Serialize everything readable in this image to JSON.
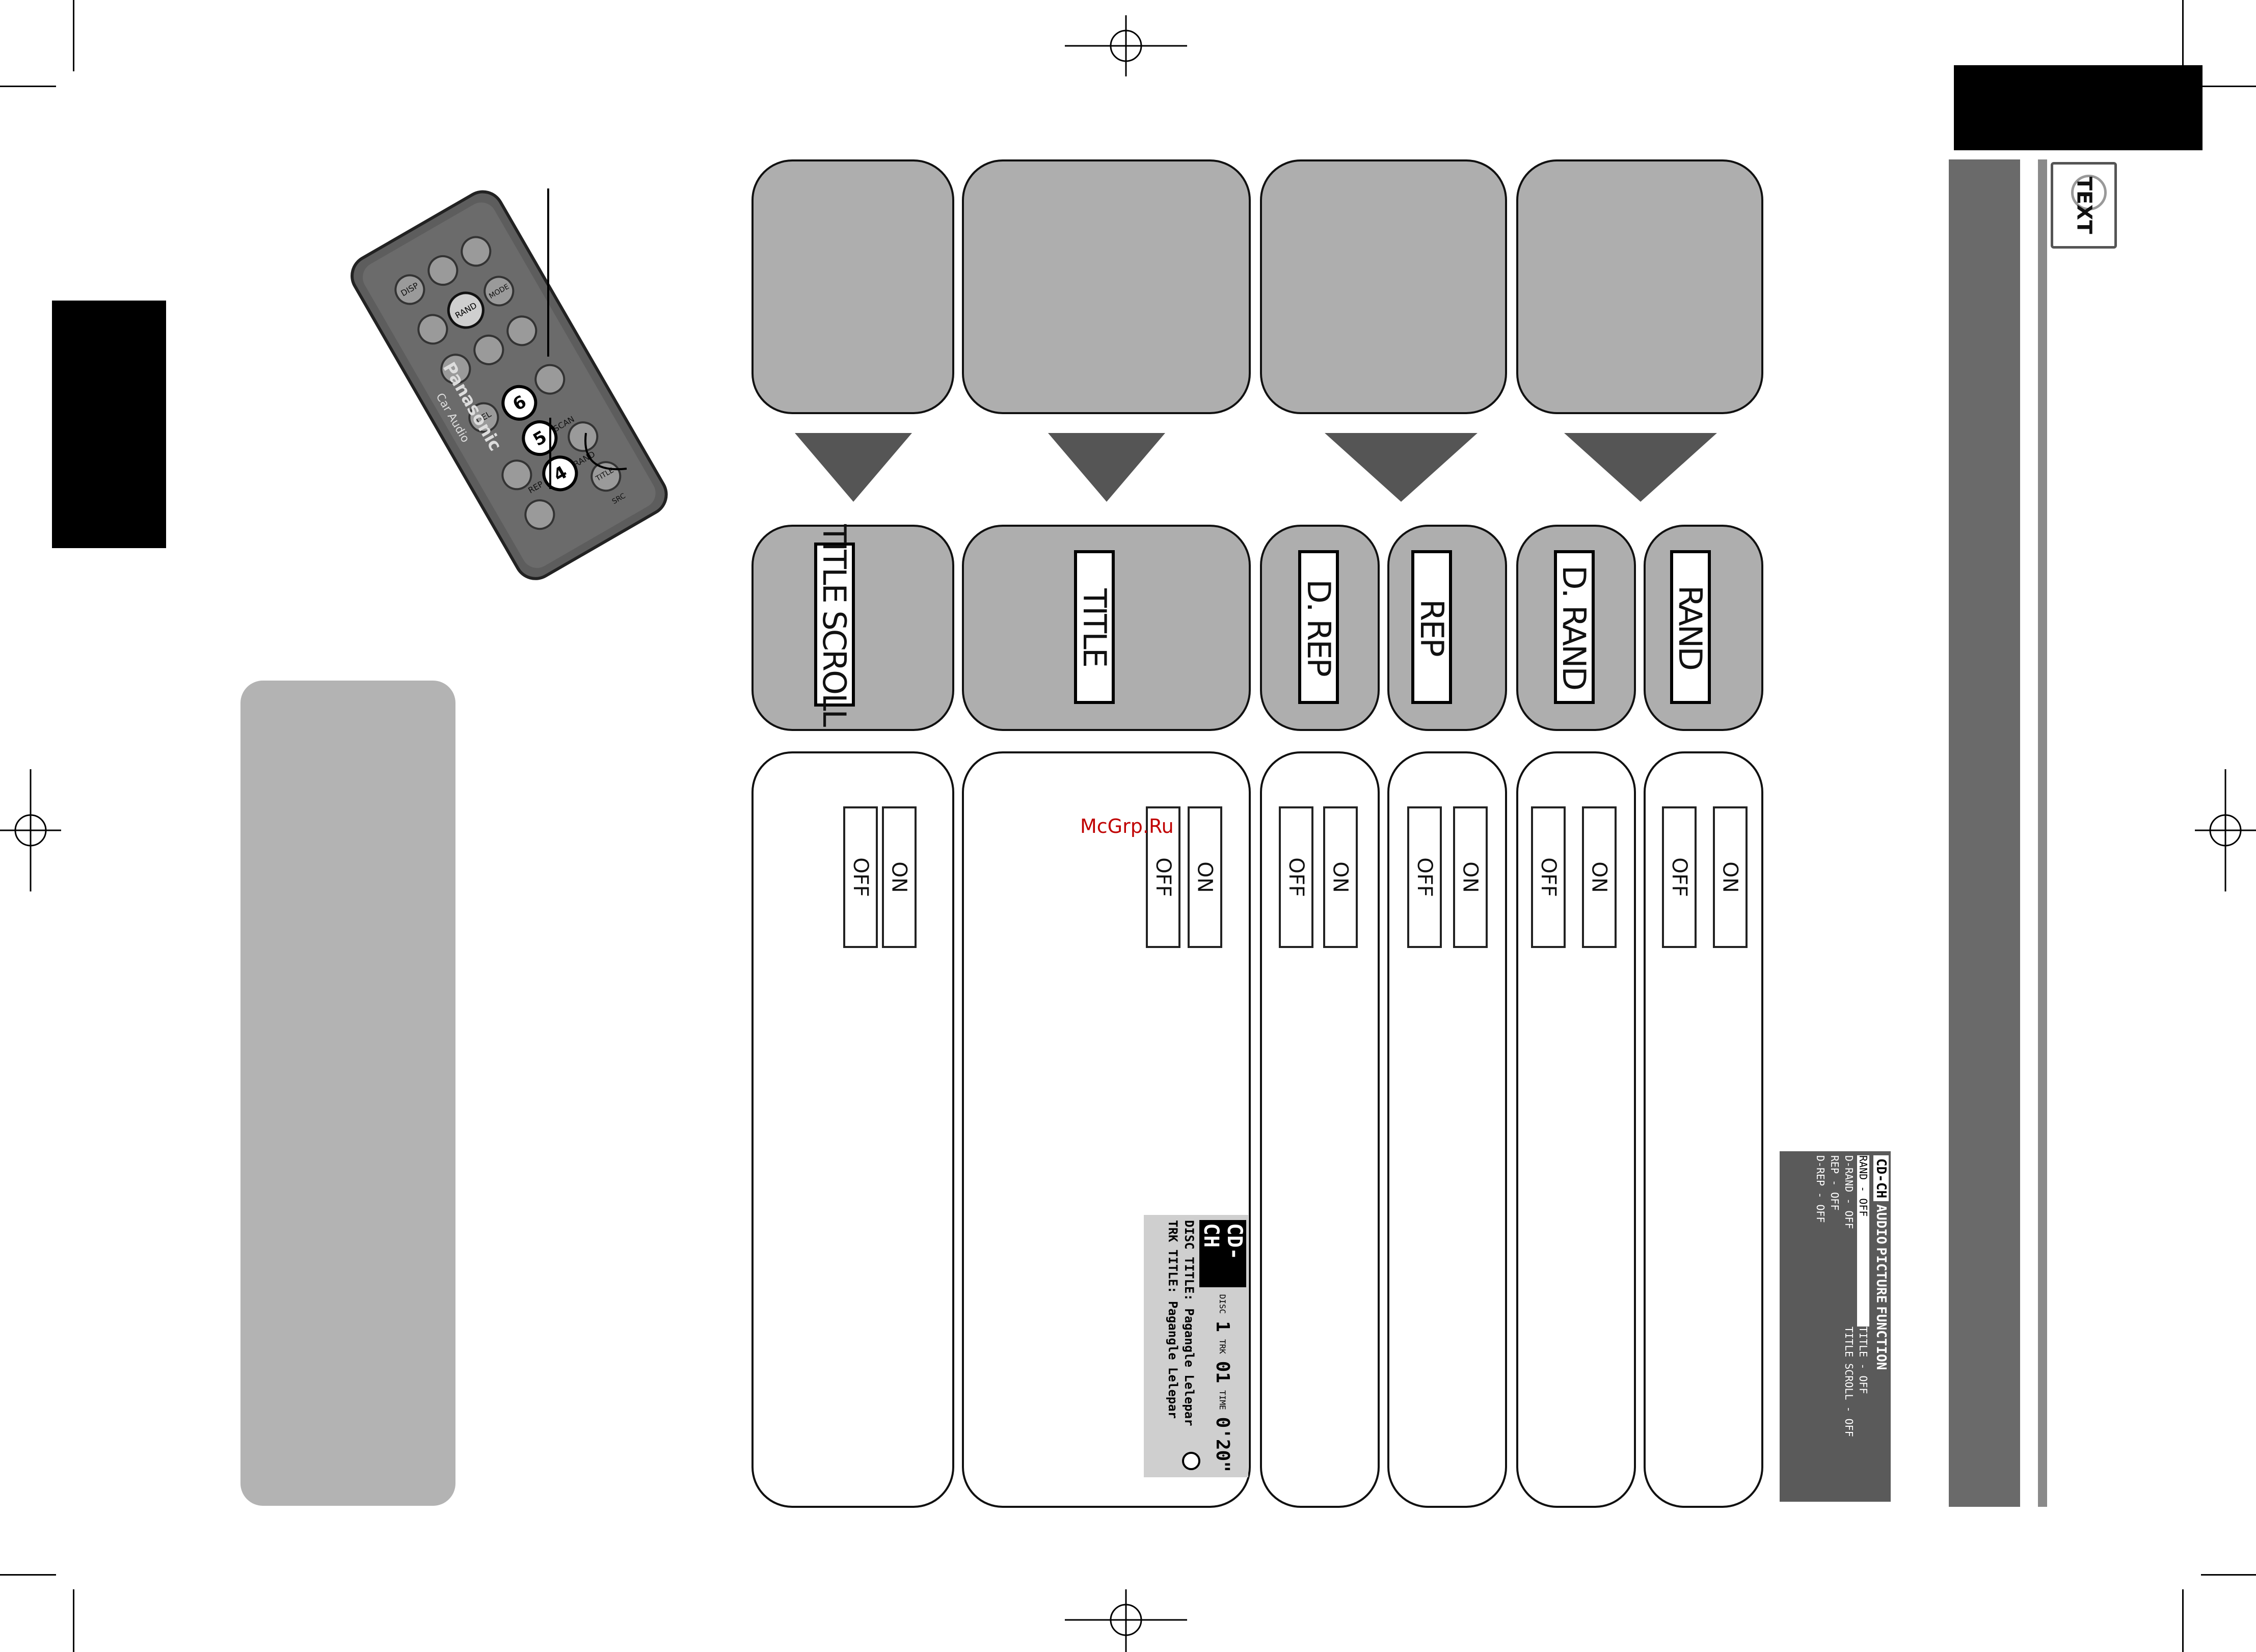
{
  "watermark": "McGrp.Ru",
  "side_tab": {
    "icon_label": "TEXT"
  },
  "mode_columns": [
    {
      "id": "title-scroll",
      "label": "TITLE SCROLL",
      "states": [
        "ON",
        "OFF"
      ]
    },
    {
      "id": "title",
      "label": "TITLE",
      "states": [
        "ON",
        "OFF"
      ]
    },
    {
      "id": "d-rep",
      "label": "D. REP",
      "states": [
        "ON",
        "OFF"
      ]
    },
    {
      "id": "rep",
      "label": "REP",
      "states": [
        "ON",
        "OFF"
      ]
    },
    {
      "id": "d-rand",
      "label": "D. RAND",
      "states": [
        "ON",
        "OFF"
      ]
    },
    {
      "id": "rand",
      "label": "RAND",
      "states": [
        "ON",
        "OFF"
      ]
    }
  ],
  "remote": {
    "brand": "Panasonic",
    "sub_brand": "Car Audio",
    "keys": [
      "RAND",
      "DEL",
      "DISP",
      "SCAN",
      "RAND",
      "REP",
      "4",
      "5",
      "6",
      "TITLE",
      "MODE",
      "SRC"
    ]
  },
  "cd_screen": {
    "header": "CD-CH",
    "row1_labels": [
      "DISC",
      "TRK",
      "TIME"
    ],
    "row1_values": [
      "1",
      "01",
      "0'20\""
    ],
    "line2": "DISC TITLE: Pagangle Lelepar",
    "line3": "TRK TITLE: Pagangle Lelepar"
  },
  "function_menu": {
    "tabs": [
      "CD-CH",
      "AUDIO",
      "PICTURE",
      "FUNCTION"
    ],
    "left_items": [
      "RAND - OFF",
      "D-RAND - OFF",
      "REP - OFF",
      "D-REP - OFF"
    ],
    "right_items": [
      "TITLE - OFF",
      "TITLE SCROLL - OFF"
    ]
  }
}
